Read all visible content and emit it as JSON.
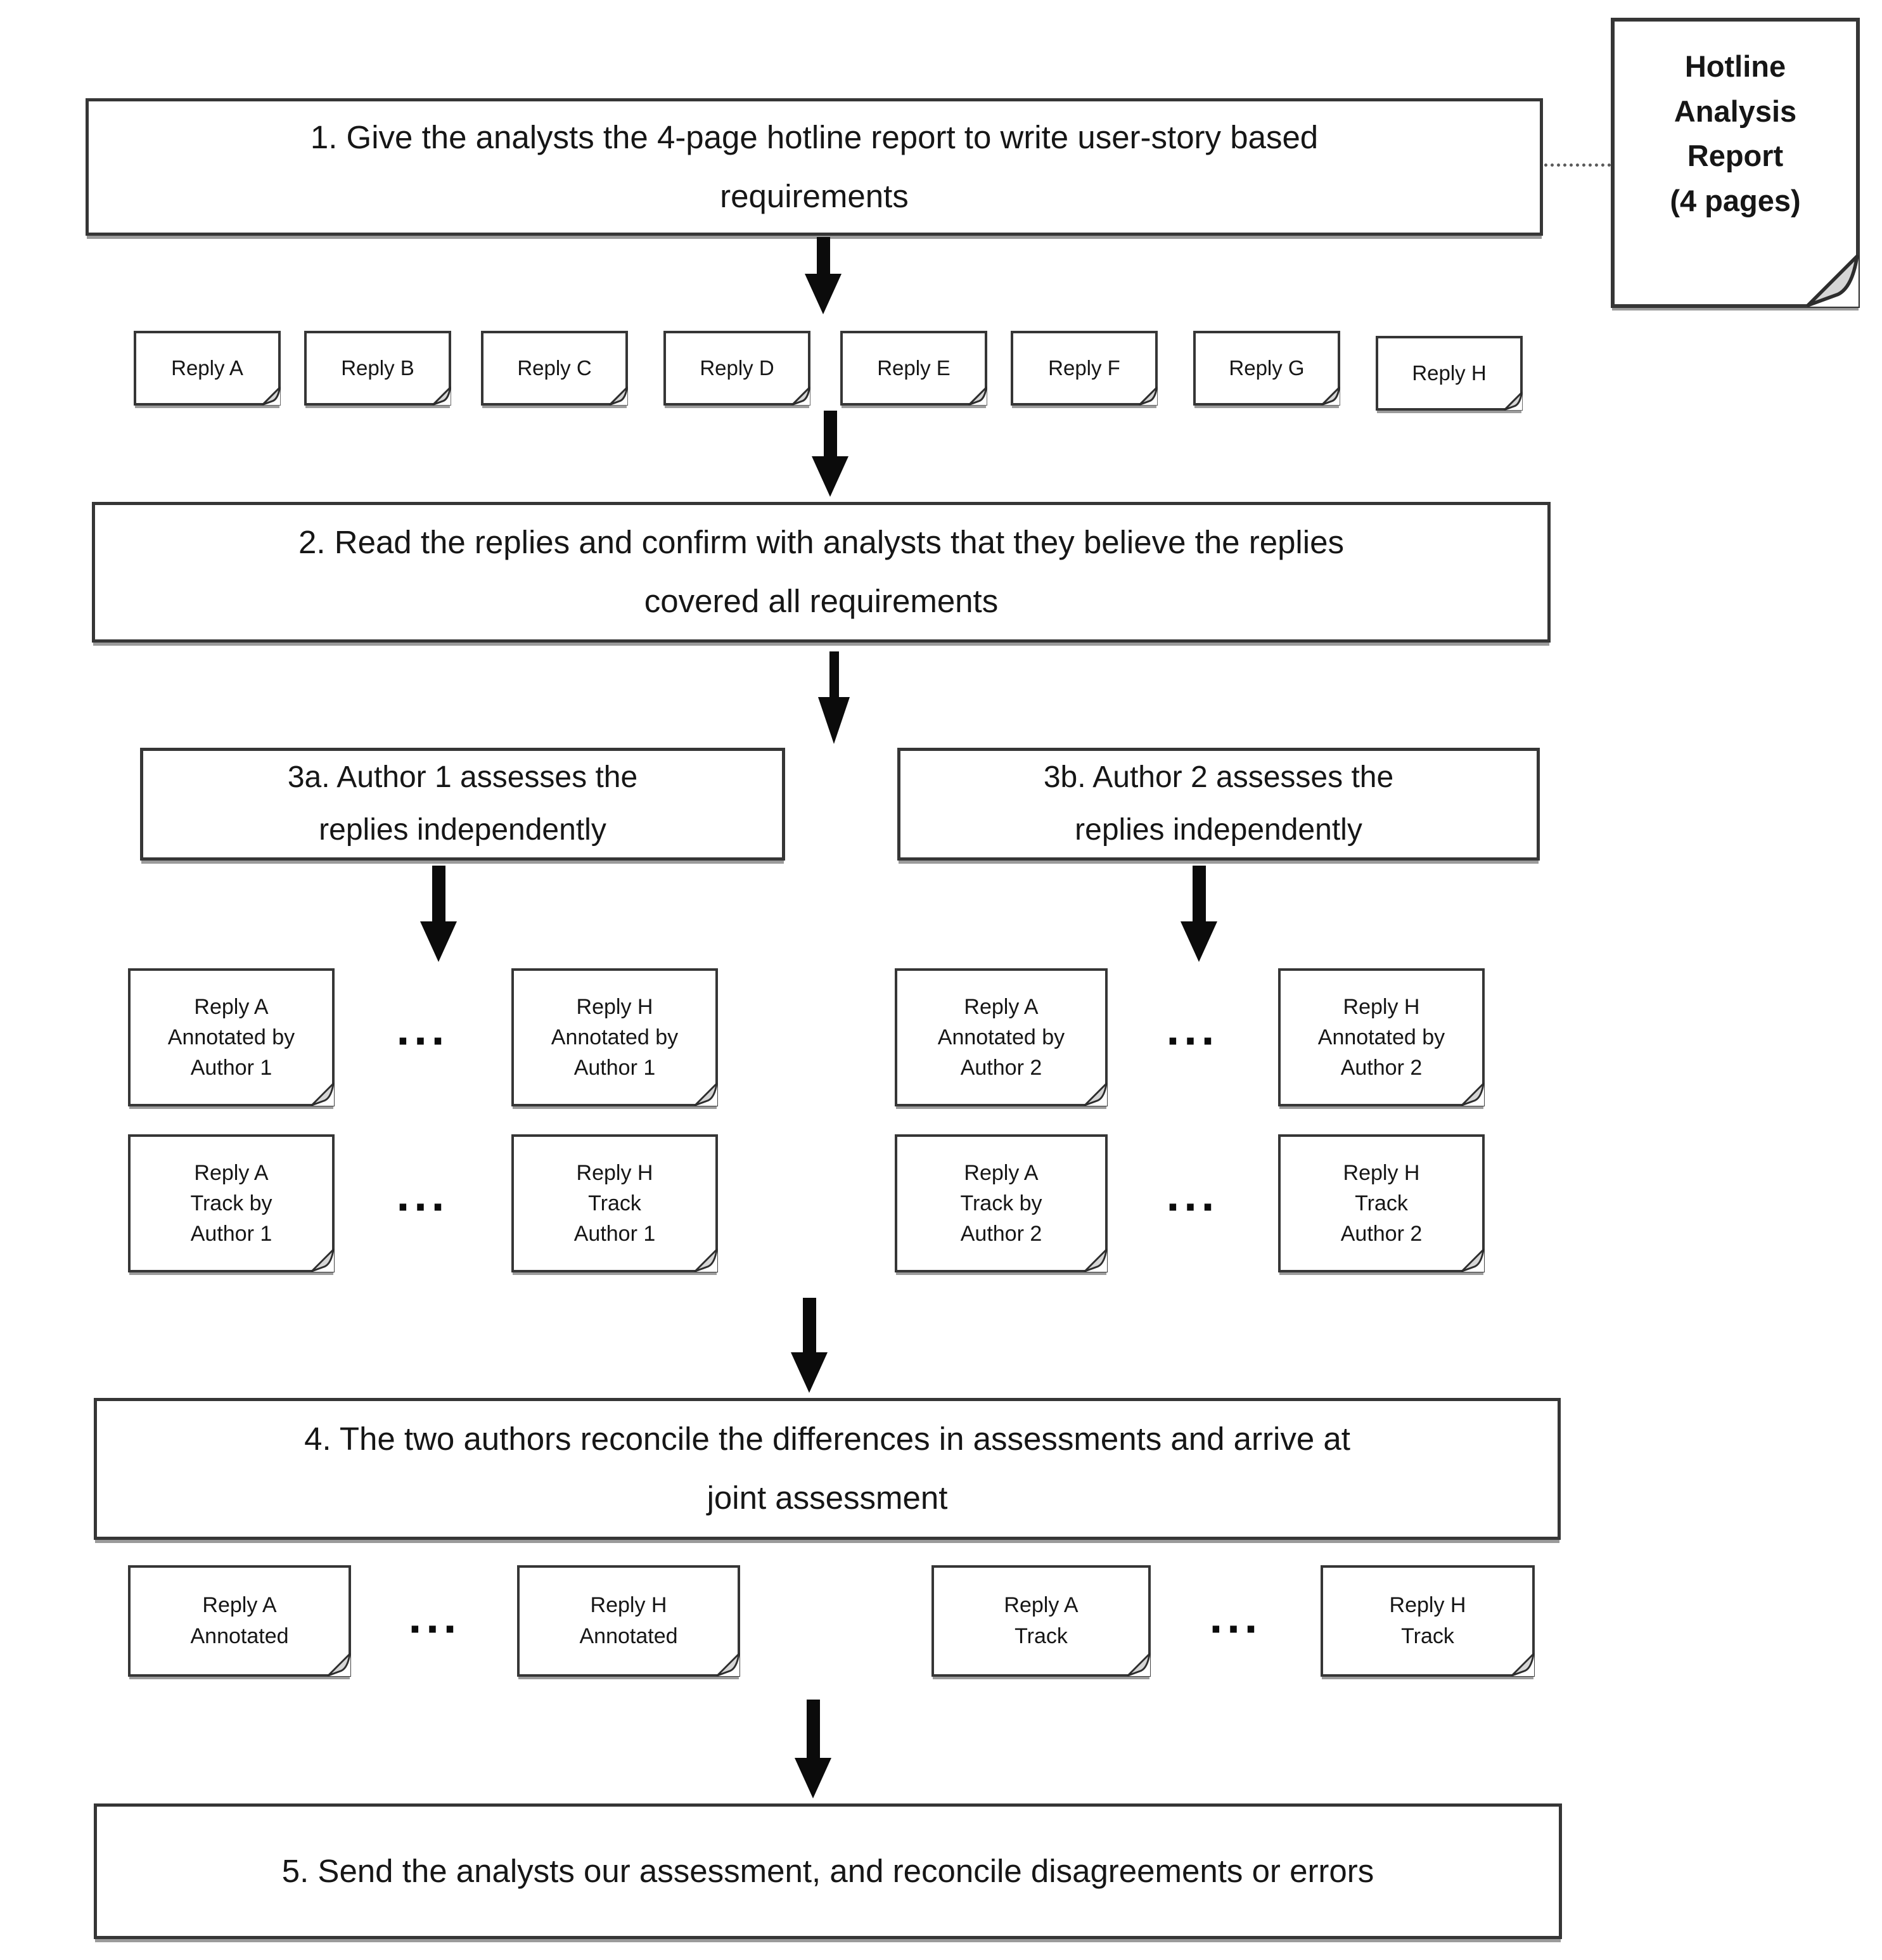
{
  "steps": {
    "s1": "1. Give the analysts the 4-page hotline report to write user-story based\nrequirements",
    "s2": "2. Read the replies and confirm with analysts that they believe the replies\ncovered all requirements",
    "s3a": "3a. Author 1 assesses the\nreplies independently",
    "s3b": "3b. Author 2 assesses the\nreplies independently",
    "s4": "4. The two authors reconcile the differences in assessments and arrive at\njoint assessment",
    "s5": "5. Send the analysts our assessment, and reconcile disagreements or errors"
  },
  "note": {
    "text": "Hotline\nAnalysis\nReport\n(4 pages)"
  },
  "replies": [
    "Reply A",
    "Reply B",
    "Reply C",
    "Reply D",
    "Reply E",
    "Reply F",
    "Reply G",
    "Reply H"
  ],
  "ellipsis": "...",
  "author1": {
    "annotated_first": "Reply A\nAnnotated by\nAuthor 1",
    "annotated_last": "Reply H\nAnnotated by\nAuthor 1",
    "track_first": "Reply A\nTrack by\nAuthor 1",
    "track_last": "Reply H\nTrack\nAuthor 1"
  },
  "author2": {
    "annotated_first": "Reply A\nAnnotated by\nAuthor 2",
    "annotated_last": "Reply H\nAnnotated by\nAuthor 2",
    "track_first": "Reply A\nTrack by\nAuthor 2",
    "track_last": "Reply H\nTrack\nAuthor 2"
  },
  "joint": {
    "annotated_first": "Reply A\nAnnotated",
    "annotated_last": "Reply H\nAnnotated",
    "track_first": "Reply A\nTrack",
    "track_last": "Reply H\nTrack"
  },
  "colors": {
    "ink": "#161616",
    "border": "#363636",
    "shadow": "#9b9b9b",
    "fold_fill": "#d6d6d6",
    "background": "#ffffff"
  }
}
